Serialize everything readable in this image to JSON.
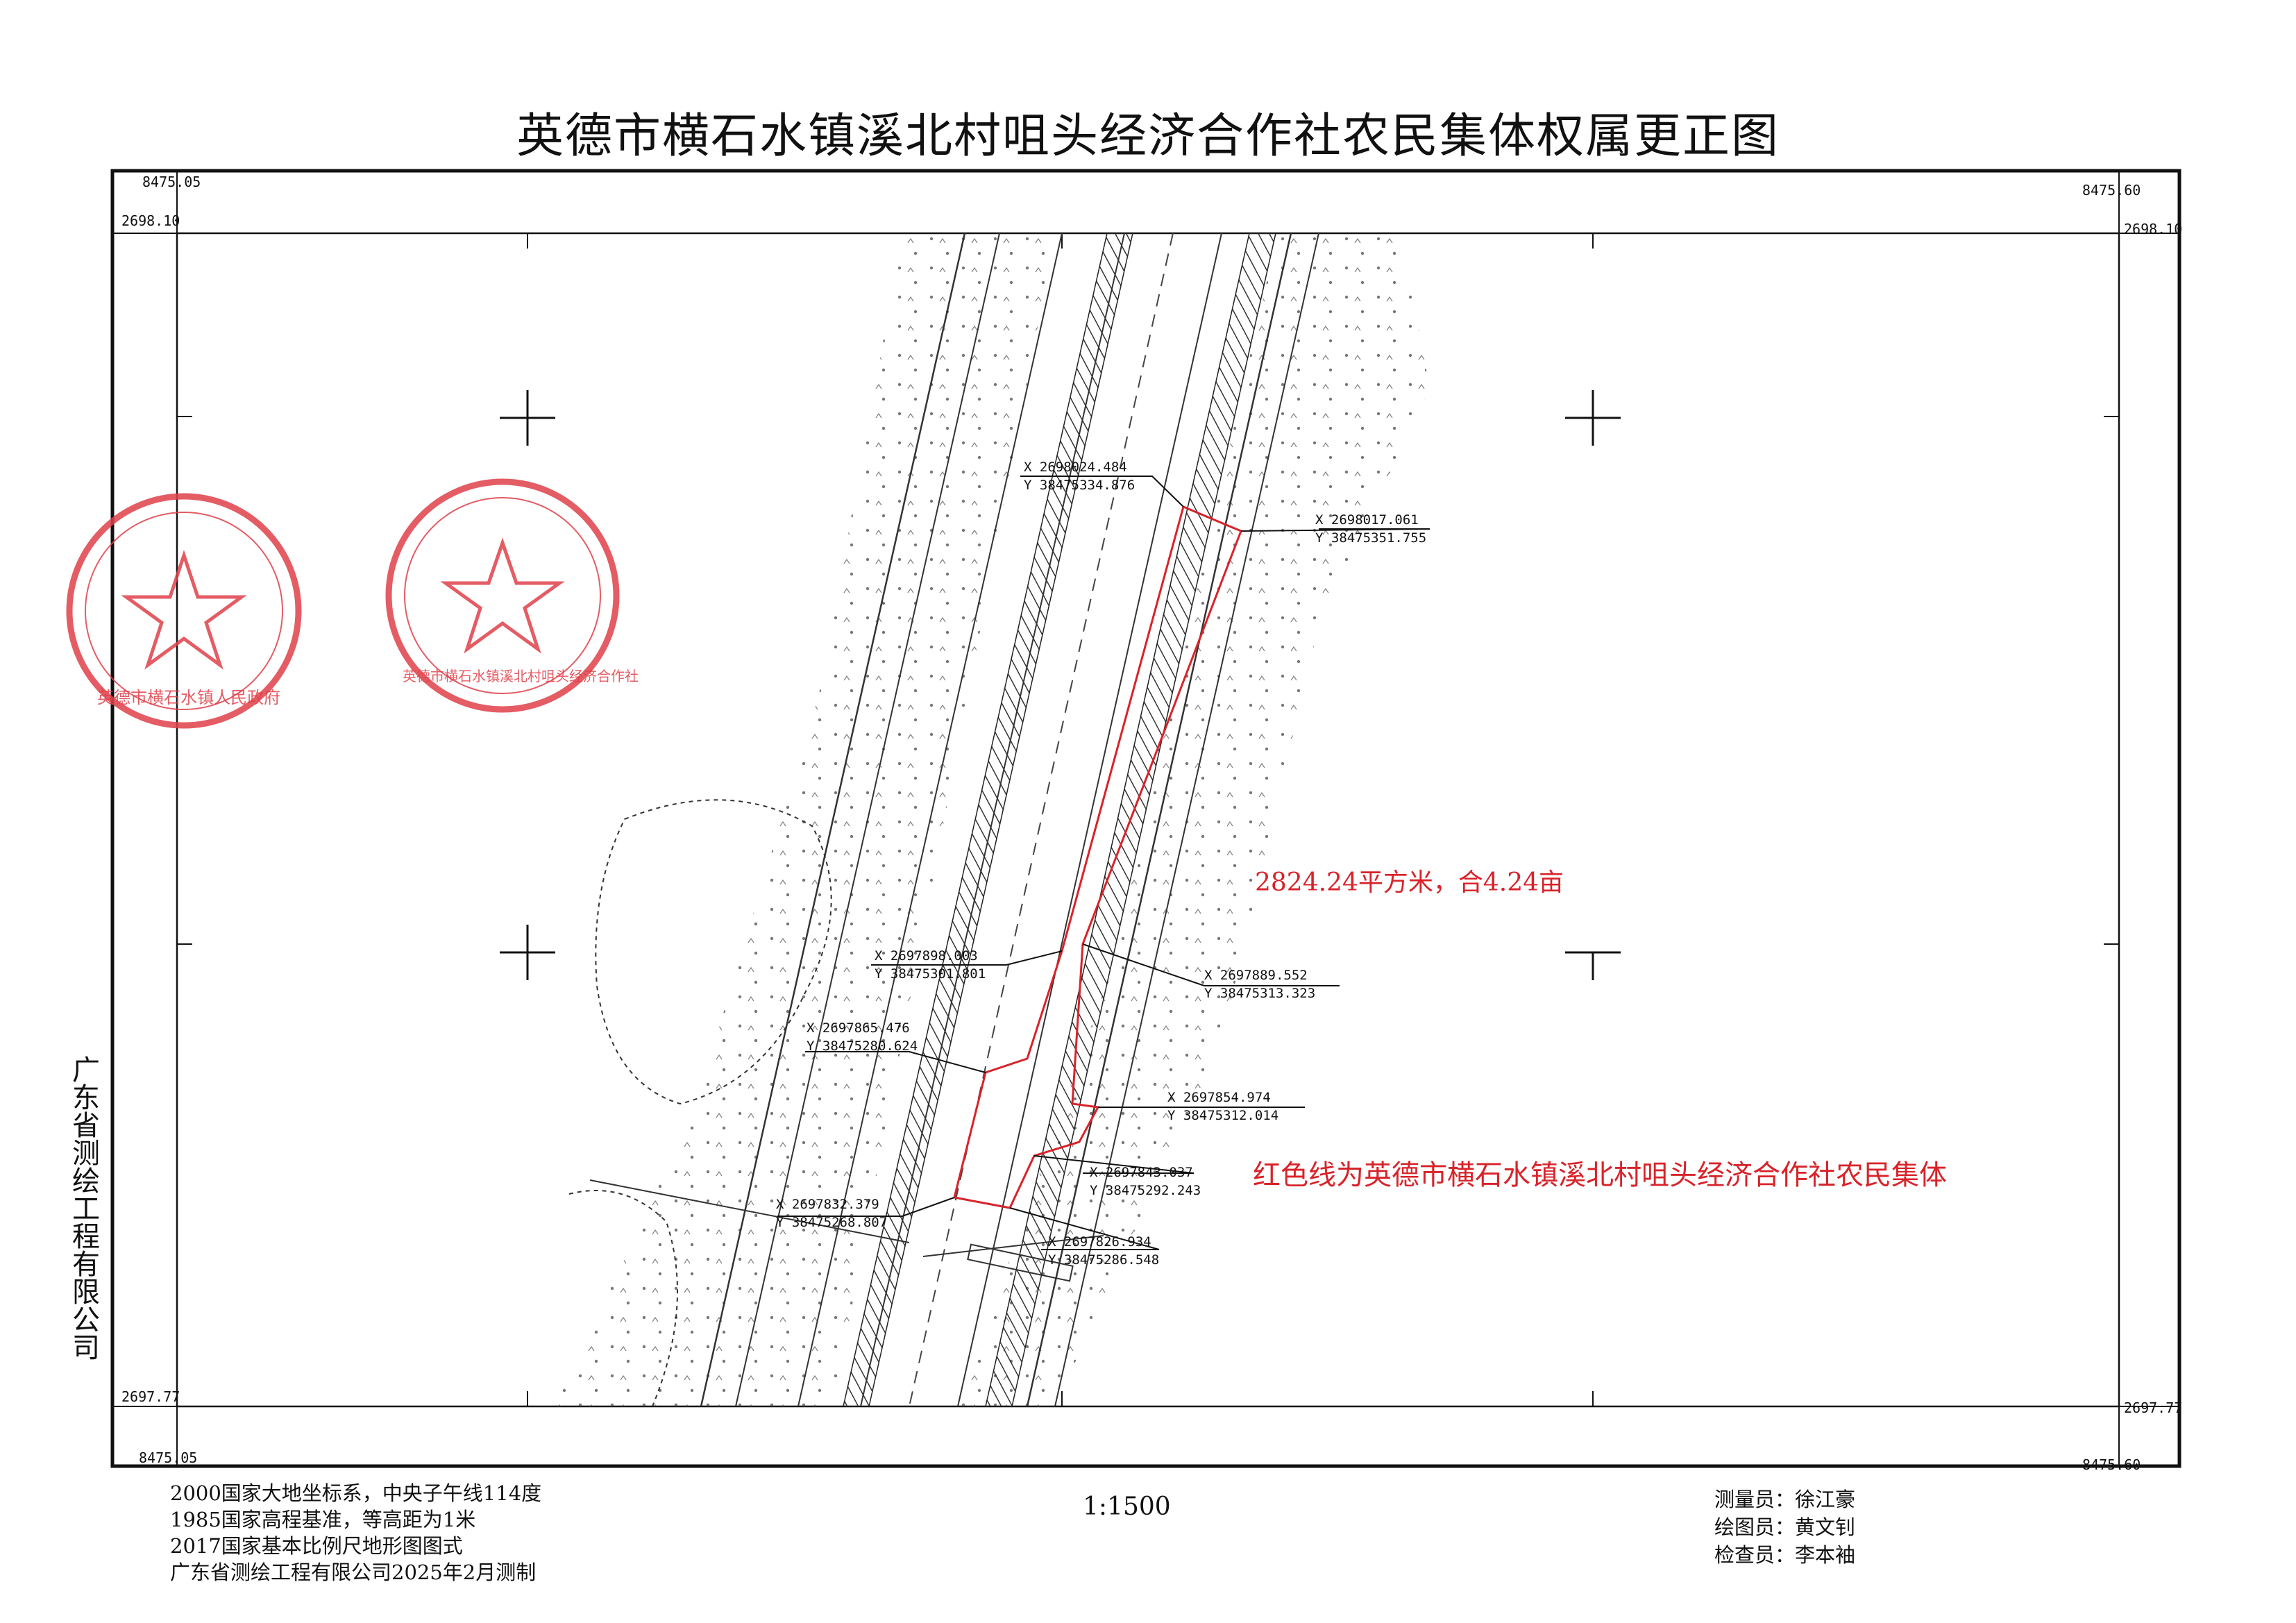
{
  "title": "英德市横石水镇溪北村咀头经济合作社农民集体权属更正图",
  "corners": {
    "top_left_x": "8475.05",
    "top_right_x": "8475.60",
    "bottom_left_x": "8475.05",
    "bottom_right_x": "8475.60",
    "top_y": "2698.10",
    "bottom_y": "2697.77"
  },
  "parcel": {
    "area_label": "2824.24平方米，合4.24亩",
    "legend_note": "红色线为英德市横石水镇溪北村咀头经济合作社农民集体",
    "points": [
      {
        "x": "X 2698024.484",
        "y": "Y 38475334.876"
      },
      {
        "x": "X 2698017.061",
        "y": "Y 38475351.755"
      },
      {
        "x": "X 2697898.003",
        "y": "Y 38475301.801"
      },
      {
        "x": "X 2697889.552",
        "y": "Y 38475313.323"
      },
      {
        "x": "X 2697865.476",
        "y": "Y 38475280.624"
      },
      {
        "x": "X 2697854.974",
        "y": "Y 38475312.014"
      },
      {
        "x": "X 2697843.037",
        "y": "Y 38475292.243"
      },
      {
        "x": "X 2697832.379",
        "y": "Y 38475268.807"
      },
      {
        "x": "X 2697826.934",
        "y": "Y 38475286.548"
      }
    ]
  },
  "seals": {
    "left": "英德市横石水镇人民政府",
    "right": "英德市横石水镇溪北村咀头经济合作社"
  },
  "side_label": "广东省测绘工程有限公司",
  "footer": {
    "lines": [
      "2000国家大地坐标系，中央子午线114度",
      "1985国家高程基准，等高距为1米",
      "2017国家基本比例尺地形图图式",
      "广东省测绘工程有限公司2025年2月测制"
    ],
    "scale": "1:1500",
    "surveyor": "测量员：徐江豪",
    "drafter": "绘图员：黄文钊",
    "checker": "检查员：李本袖"
  },
  "colors": {
    "parcel_line": "#d8232a",
    "seal": "#e0404a",
    "map_lines": "#333333"
  }
}
